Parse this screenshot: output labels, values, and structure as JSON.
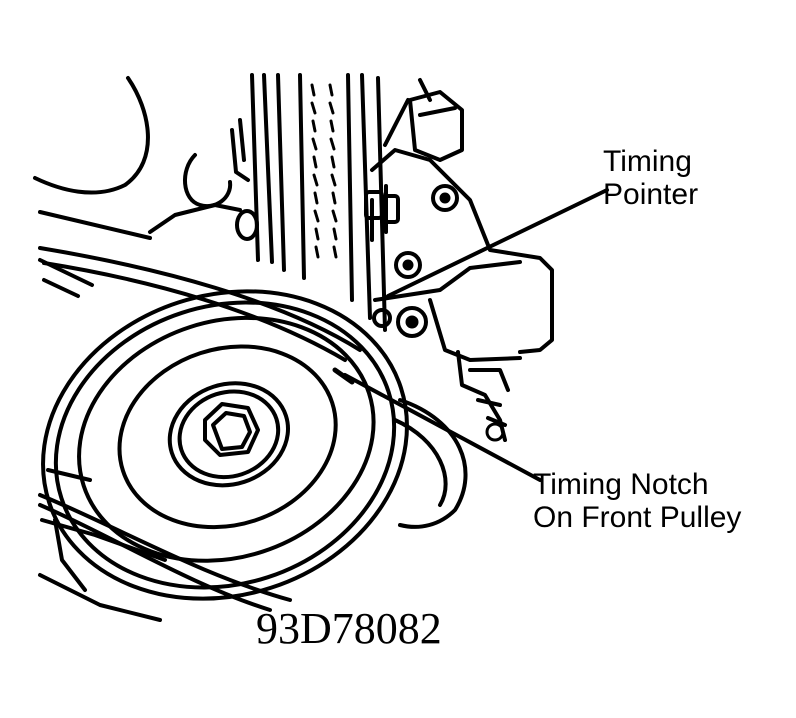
{
  "callouts": {
    "timing_pointer": {
      "line1": "Timing",
      "line2": "Pointer"
    },
    "timing_notch": {
      "line1": "Timing Notch",
      "line2": "On Front Pulley"
    }
  },
  "figure_id": "93D78082",
  "colors": {
    "ink": "#000000",
    "paper": "#ffffff"
  }
}
